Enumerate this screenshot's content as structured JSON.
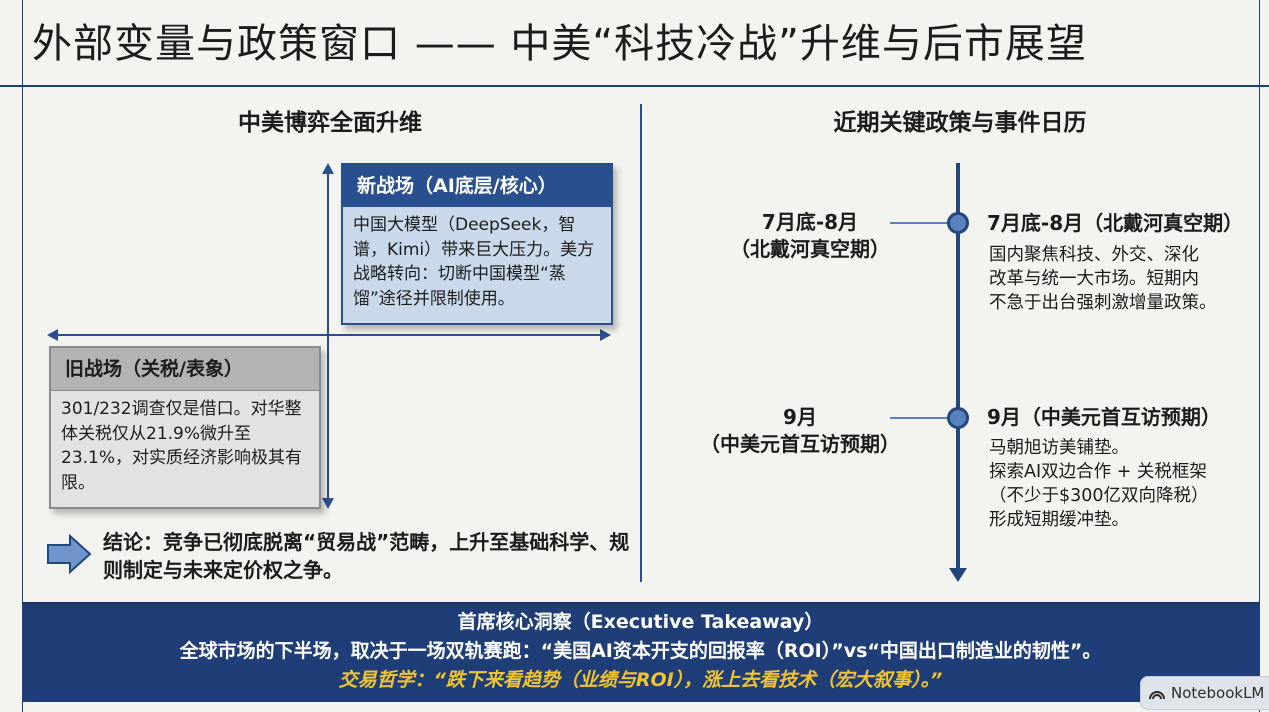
{
  "page_title": "外部变量与政策窗口 —— 中美“科技冷战”升维与后市展望",
  "left": {
    "section_title": "中美博弈全面升维",
    "new_battlefield": {
      "header": "新战场（AI底层/核心）",
      "body": "中国大模型（DeepSeek，智谱，Kimi）带来巨大压力。美方战略转向：切断中国模型“蒸馏”途径并限制使用。"
    },
    "old_battlefield": {
      "header": "旧战场（关税/表象）",
      "body": "301/232调查仅是借口。对华整体关税仅从21.9%微升至23.1%，对实质经济影响极其有限。"
    },
    "conclusion": "结论：竞争已彻底脱离“贸易战”范畴，上升至基础科学、规则制定与未来定价权之争。"
  },
  "right": {
    "section_title": "近期关键政策与事件日历",
    "events": [
      {
        "date_line1": "7月底-8月",
        "date_line2": "（北戴河真空期）",
        "title": "7月底-8月（北戴河真空期）",
        "lines": [
          "国内聚焦科技、外交、深化",
          "改革与统一大市场。短期内",
          "不急于出台强刺激增量政策。"
        ]
      },
      {
        "date_line1": "9月",
        "date_line2": "（中美元首互访预期）",
        "title": "9月（中美元首互访预期）",
        "lines": [
          "马朝旭访美铺垫。",
          "探索AI双边合作 + 关税框架",
          "（不少于$300亿双向降税）",
          "形成短期缓冲垫。"
        ]
      }
    ]
  },
  "banner": {
    "title": "首席核心洞察（Executive Takeaway）",
    "main": "全球市场的下半场，取决于一场双轨赛跑：“美国AI资本开支的回报率（ROI）”vs“中国出口制造业的韧性”。",
    "sub": "交易哲学：“跌下来看趋势（业绩与ROI），涨上去看技术（宏大叙事）。”"
  },
  "badge": {
    "label": "NotebookLM"
  },
  "colors": {
    "navy": "#1f3e78",
    "accent_blue": "#2a4f8f",
    "gold": "#f0c330",
    "gray_card": "#e2e2e2",
    "light_blue_card": "#c9d8ea"
  }
}
